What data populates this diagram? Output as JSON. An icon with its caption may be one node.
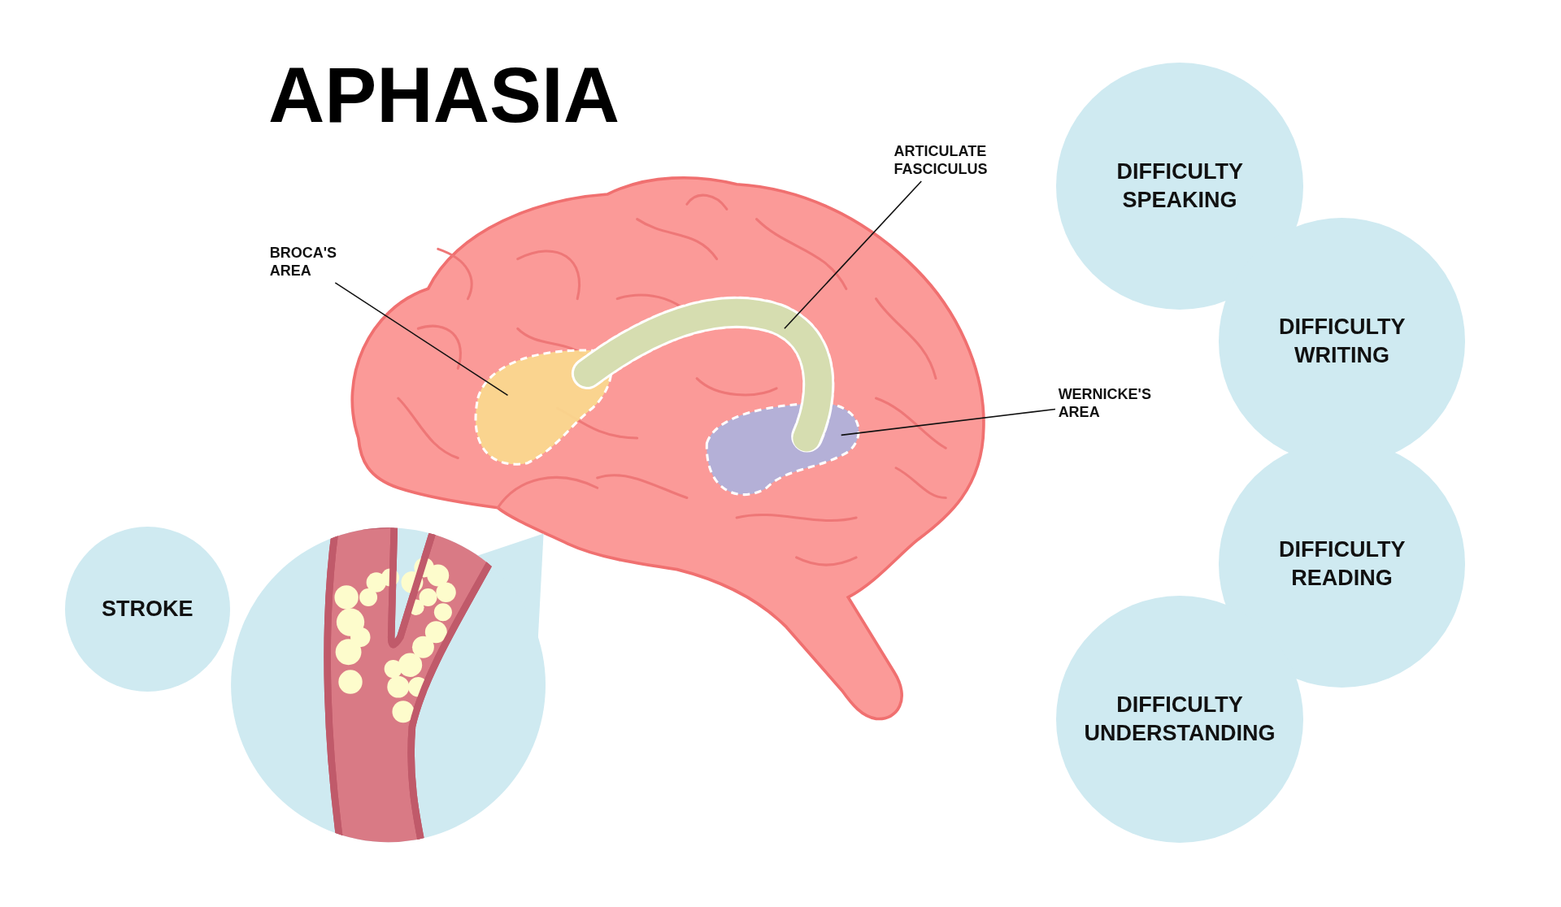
{
  "diagram": {
    "title": "APHASIA",
    "nodes": [
      {
        "text": [
          "BROCA'S AREA"
        ]
      },
      {
        "text": [],
        "shape": "blob"
      },
      {
        "text": [
          "ARTICULATE FASCICULUS"
        ]
      },
      {
        "text": [],
        "shape": "band"
      },
      {
        "text": [
          "WERNICKE'S AREA"
        ]
      },
      {
        "text": [],
        "shape": "blob"
      },
      {
        "text": [
          "STROKE"
        ]
      },
      {
        "text": [],
        "shape": "picture"
      },
      {
        "text": [
          "DIFFICULTY SPEAKING"
        ]
      },
      {
        "text": [
          "DIFFICULTY WRITING"
        ]
      },
      {
        "text": [
          "DIFFICULTY READING"
        ]
      },
      {
        "text": [
          "DIFFICULTY UNDERSTANDING"
        ]
      }
    ],
    "edges": [
      {
        "from": 0,
        "to": 1,
        "arrow": "none"
      },
      {
        "from": 2,
        "to": 3,
        "arrow": "none"
      },
      {
        "from": 4,
        "to": 5,
        "arrow": "none"
      }
    ]
  }
}
